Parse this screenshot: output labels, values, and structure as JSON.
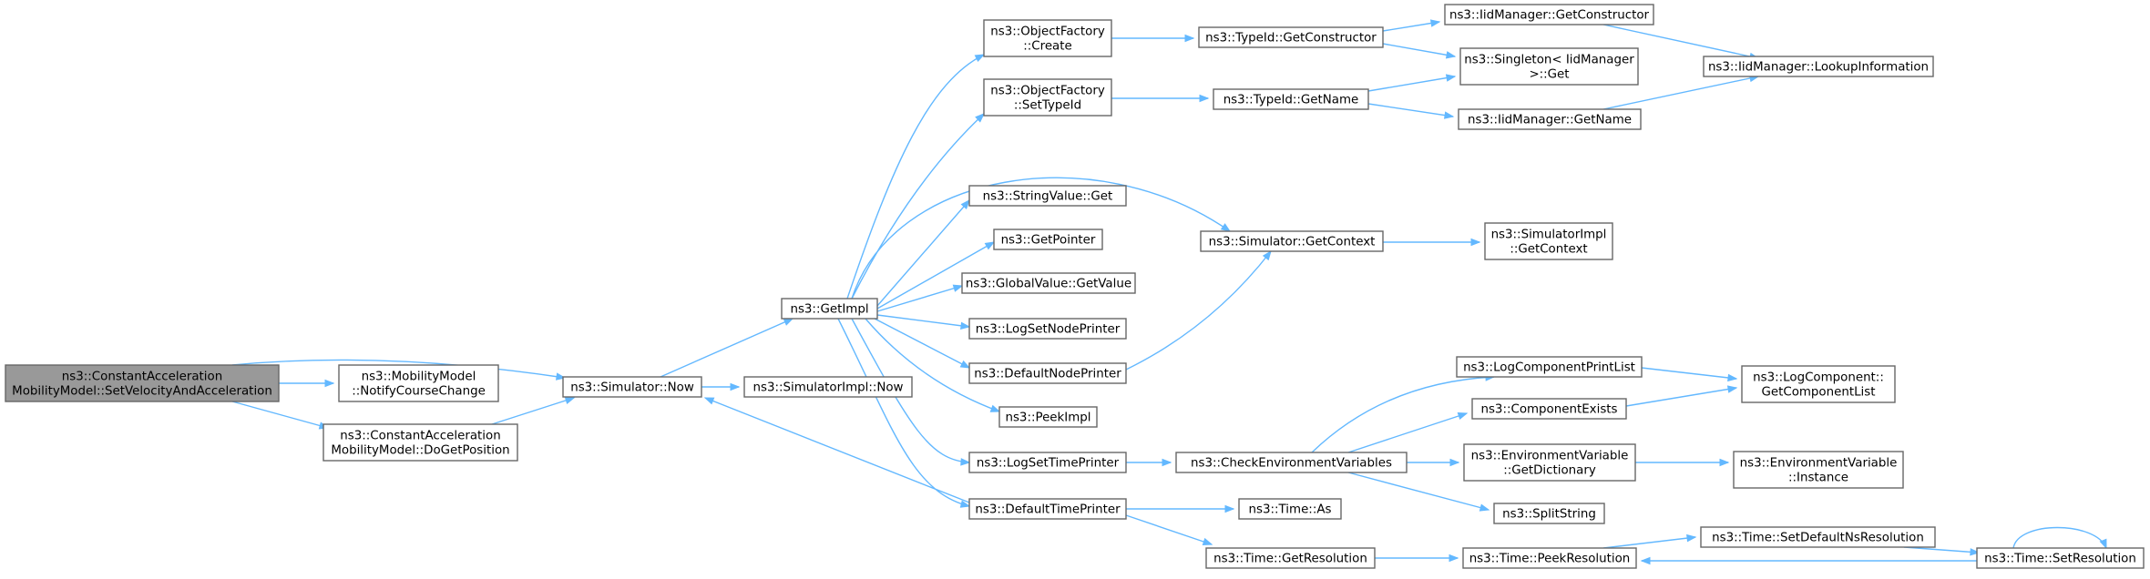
{
  "graph": {
    "nodes": [
      {
        "id": "root",
        "lines": [
          "ns3::ConstantAcceleration",
          "MobilityModel::SetVelocityAndAcceleration"
        ],
        "root": true
      },
      {
        "id": "notify",
        "lines": [
          "ns3::MobilityModel",
          "::NotifyCourseChange"
        ]
      },
      {
        "id": "dogetpos",
        "lines": [
          "ns3::ConstantAcceleration",
          "MobilityModel::DoGetPosition"
        ]
      },
      {
        "id": "simnow",
        "lines": [
          "ns3::Simulator::Now"
        ]
      },
      {
        "id": "simimplnow",
        "lines": [
          "ns3::SimulatorImpl::Now"
        ]
      },
      {
        "id": "getimpl",
        "lines": [
          "ns3::GetImpl"
        ]
      },
      {
        "id": "ofcreate",
        "lines": [
          "ns3::ObjectFactory",
          "::Create"
        ]
      },
      {
        "id": "ofsettypeid",
        "lines": [
          "ns3::ObjectFactory",
          "::SetTypeId"
        ]
      },
      {
        "id": "strget",
        "lines": [
          "ns3::StringValue::Get"
        ]
      },
      {
        "id": "getpointer",
        "lines": [
          "ns3::GetPointer"
        ]
      },
      {
        "id": "gvgetvalue",
        "lines": [
          "ns3::GlobalValue::GetValue"
        ]
      },
      {
        "id": "logsetnode",
        "lines": [
          "ns3::LogSetNodePrinter"
        ]
      },
      {
        "id": "defnode",
        "lines": [
          "ns3::DefaultNodePrinter"
        ]
      },
      {
        "id": "peekimpl",
        "lines": [
          "ns3::PeekImpl"
        ]
      },
      {
        "id": "logsettime",
        "lines": [
          "ns3::LogSetTimePrinter"
        ]
      },
      {
        "id": "deftime",
        "lines": [
          "ns3::DefaultTimePrinter"
        ]
      },
      {
        "id": "tidgetctor",
        "lines": [
          "ns3::TypeId::GetConstructor"
        ]
      },
      {
        "id": "tidgetname",
        "lines": [
          "ns3::TypeId::GetName"
        ]
      },
      {
        "id": "simgetctx",
        "lines": [
          "ns3::Simulator::GetContext"
        ]
      },
      {
        "id": "checkenv",
        "lines": [
          "ns3::CheckEnvironmentVariables"
        ]
      },
      {
        "id": "timeas",
        "lines": [
          "ns3::Time::As"
        ]
      },
      {
        "id": "timegetres",
        "lines": [
          "ns3::Time::GetResolution"
        ]
      },
      {
        "id": "iidgetctor",
        "lines": [
          "ns3::IidManager::GetConstructor"
        ]
      },
      {
        "id": "singleton",
        "lines": [
          "ns3::Singleton< IidManager",
          ">::Get"
        ]
      },
      {
        "id": "iidgetname",
        "lines": [
          "ns3::IidManager::GetName"
        ]
      },
      {
        "id": "simimplgetctx",
        "lines": [
          "ns3::SimulatorImpl",
          "::GetContext"
        ]
      },
      {
        "id": "logcompprint",
        "lines": [
          "ns3::LogComponentPrintList"
        ]
      },
      {
        "id": "compexists",
        "lines": [
          "ns3::ComponentExists"
        ]
      },
      {
        "id": "envgetdict",
        "lines": [
          "ns3::EnvironmentVariable",
          "::GetDictionary"
        ]
      },
      {
        "id": "splitstring",
        "lines": [
          "ns3::SplitString"
        ]
      },
      {
        "id": "timepeekres",
        "lines": [
          "ns3::Time::PeekResolution"
        ]
      },
      {
        "id": "iidlookup",
        "lines": [
          "ns3::IidManager::LookupInformation"
        ]
      },
      {
        "id": "logcompgetlist",
        "lines": [
          "ns3::LogComponent::",
          "GetComponentList"
        ]
      },
      {
        "id": "envinstance",
        "lines": [
          "ns3::EnvironmentVariable",
          "::Instance"
        ]
      },
      {
        "id": "timesetdefns",
        "lines": [
          "ns3::Time::SetDefaultNsResolution"
        ]
      },
      {
        "id": "timesetres",
        "lines": [
          "ns3::Time::SetResolution"
        ]
      }
    ],
    "edges": [
      [
        "root",
        "simnow"
      ],
      [
        "root",
        "notify"
      ],
      [
        "root",
        "dogetpos"
      ],
      [
        "dogetpos",
        "simnow"
      ],
      [
        "simnow",
        "getimpl"
      ],
      [
        "simnow",
        "simimplnow"
      ],
      [
        "getimpl",
        "ofcreate"
      ],
      [
        "getimpl",
        "ofsettypeid"
      ],
      [
        "getimpl",
        "strget"
      ],
      [
        "getimpl",
        "getpointer"
      ],
      [
        "getimpl",
        "gvgetvalue"
      ],
      [
        "getimpl",
        "logsetnode"
      ],
      [
        "getimpl",
        "defnode"
      ],
      [
        "getimpl",
        "peekimpl"
      ],
      [
        "getimpl",
        "logsettime"
      ],
      [
        "getimpl",
        "deftime"
      ],
      [
        "getimpl",
        "simgetctx"
      ],
      [
        "ofcreate",
        "tidgetctor"
      ],
      [
        "ofsettypeid",
        "tidgetname"
      ],
      [
        "tidgetctor",
        "iidgetctor"
      ],
      [
        "tidgetctor",
        "singleton"
      ],
      [
        "tidgetname",
        "singleton"
      ],
      [
        "tidgetname",
        "iidgetname"
      ],
      [
        "iidgetctor",
        "iidlookup"
      ],
      [
        "iidgetname",
        "iidlookup"
      ],
      [
        "simgetctx",
        "simimplgetctx"
      ],
      [
        "defnode",
        "simgetctx"
      ],
      [
        "logsettime",
        "checkenv"
      ],
      [
        "deftime",
        "simnow"
      ],
      [
        "deftime",
        "timeas"
      ],
      [
        "deftime",
        "timegetres"
      ],
      [
        "checkenv",
        "logcompprint"
      ],
      [
        "checkenv",
        "compexists"
      ],
      [
        "checkenv",
        "envgetdict"
      ],
      [
        "checkenv",
        "splitstring"
      ],
      [
        "logcompprint",
        "logcompgetlist"
      ],
      [
        "compexists",
        "logcompgetlist"
      ],
      [
        "envgetdict",
        "envinstance"
      ],
      [
        "timegetres",
        "timepeekres"
      ],
      [
        "timepeekres",
        "timesetdefns"
      ],
      [
        "timesetdefns",
        "timesetres"
      ],
      [
        "timesetres",
        "timepeekres"
      ],
      [
        "timesetres",
        "timesetres"
      ]
    ]
  }
}
